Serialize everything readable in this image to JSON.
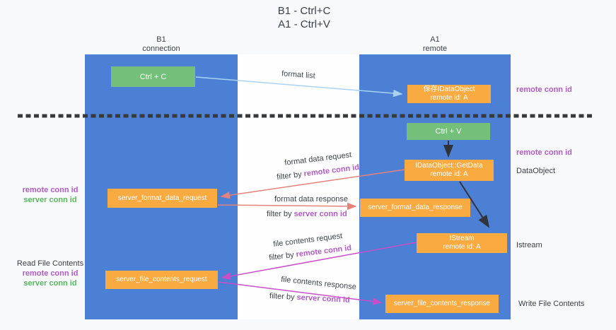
{
  "title": {
    "line1": "B1 - Ctrl+C",
    "line2": "A1 - Ctrl+V"
  },
  "lanes": {
    "b1": {
      "name": "B1",
      "subtitle": "connection"
    },
    "a1": {
      "name": "A1",
      "subtitle": "remote"
    }
  },
  "nodes": {
    "ctrl_c": {
      "label": "Ctrl + C"
    },
    "ctrl_v": {
      "label": "Ctrl + V"
    },
    "save_idataobject": {
      "line1": "保存IDataObject",
      "line2": "remote id: A"
    },
    "getdata": {
      "line1": "IDataObject::GetData",
      "line2": "remote id: A"
    },
    "istream": {
      "line1": "IStream",
      "line2": "remote id: A"
    },
    "server_format_data_request": {
      "label": "server_format_data_request"
    },
    "server_format_data_response": {
      "label": "server_format_data_response"
    },
    "server_file_contents_request": {
      "label": "server_file_contents_request"
    },
    "server_file_contents_response": {
      "label": "server_file_contents_response"
    }
  },
  "side_labels": {
    "right_remote_conn_id_top": "remote conn id",
    "right_remote_conn_id_mid": "remote conn id",
    "right_dataobject": "DataObject",
    "right_istream": "Istream",
    "right_write_file_contents": "Write File Contents",
    "left_remote_conn_id_top": "remote conn id",
    "left_server_conn_id_top": "server conn id",
    "left_read_file_contents": "Read File Contents",
    "left_remote_conn_id_bottom": "remote conn id",
    "left_server_conn_id_bottom": "server conn id"
  },
  "arrow_labels": {
    "format_list": "format list",
    "format_request": {
      "line1": "format data request",
      "filter_prefix": "filter by ",
      "filter_value": "remote conn id"
    },
    "format_response": {
      "line1": "format data response",
      "filter_prefix": "filter by ",
      "filter_value": "server conn id"
    },
    "file_request": {
      "line1": "file contents request",
      "filter_prefix": "filter by ",
      "filter_value": "remote conn id"
    },
    "file_response": {
      "line1": "file contents response",
      "filter_prefix": "filter by ",
      "filter_value": "server conn id"
    }
  },
  "colors": {
    "lane_blue": "#4c80d4",
    "node_orange": "#f9aa41",
    "node_green": "#74bf79",
    "conn_id_purple": "#b05cc4",
    "conn_id_green": "#57b75e",
    "arrow_salmon": "#e5827b",
    "arrow_magenta": "#c84fc8",
    "arrow_light_blue": "#a9d3f2",
    "arrow_black": "#303338"
  }
}
